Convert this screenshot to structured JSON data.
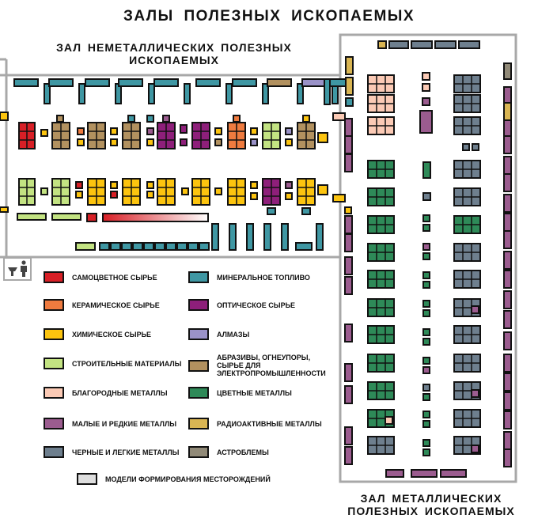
{
  "title": "ЗАЛЫ ПОЛЕЗНЫХ ИСКОПАЕМЫХ",
  "halls": {
    "nonmetallic": {
      "line1": "ЗАЛ НЕМЕТАЛЛИЧЕСКИХ ПОЛЕЗНЫХ",
      "line2": "ИСКОПАЕМЫХ"
    },
    "metallic": {
      "line1": "ЗАЛ МЕТАЛЛИЧЕСКИХ",
      "line2": "ПОЛЕЗНЫХ ИСКОПАЕМЫХ"
    }
  },
  "colors": {
    "gem": "#d81f26",
    "ceramic": "#ef7b3f",
    "chemical": "#fcc40f",
    "building": "#c3e382",
    "precious": "#fbcab5",
    "rare": "#9b5c8f",
    "ferrous": "#6e7f8e",
    "fuel": "#3f97a3",
    "optical": "#8e1f7a",
    "diamond": "#9a92c8",
    "abrasive": "#b2915f",
    "nonferrous": "#2e8a58",
    "radioactive": "#d9b553",
    "astro": "#918a78",
    "model": "#dedede",
    "wall": "#a8a8a8",
    "outline": "#111111"
  },
  "legend": [
    {
      "key": "gem",
      "label": "САМОЦВЕТНОЕ СЫРЬЕ"
    },
    {
      "key": "ceramic",
      "label": "КЕРАМИЧЕСКОЕ СЫРЬЕ"
    },
    {
      "key": "chemical",
      "label": "ХИМИЧЕСКОЕ СЫРЬЕ"
    },
    {
      "key": "building",
      "label": "СТРОИТЕЛЬНЫЕ МАТЕРИАЛЫ"
    },
    {
      "key": "precious",
      "label": "БЛАГОРОДНЫЕ МЕТАЛЛЫ"
    },
    {
      "key": "rare",
      "label": "МАЛЫЕ И РЕДКИЕ МЕТАЛЛЫ"
    },
    {
      "key": "ferrous",
      "label": "ЧЕРНЫЕ И ЛЕГКИЕ МЕТАЛЛЫ"
    },
    {
      "key": "fuel",
      "label": "МИНЕРАЛЬНОЕ ТОПЛИВО"
    },
    {
      "key": "optical",
      "label": "ОПТИЧЕСКОЕ СЫРЬЕ"
    },
    {
      "key": "diamond",
      "label": "АЛМАЗЫ"
    },
    {
      "key": "abrasive",
      "label": "АБРАЗИВЫ, ОГНЕУПОРЫ, СЫРЬЕ ДЛЯ ЭЛЕКТРОПРОМЫШЛЕННОСТИ"
    },
    {
      "key": "nonferrous",
      "label": "ЦВЕТНЫЕ МЕТАЛЛЫ"
    },
    {
      "key": "radioactive",
      "label": "РАДИОАКТИВНЫЕ МЕТАЛЛЫ"
    },
    {
      "key": "astro",
      "label": "АСТРОБЛЕМЫ"
    },
    {
      "key": "model",
      "label": "МОДЕЛИ ФОРМИРОВАНИЯ МЕСТОРОЖДЕНИЙ"
    }
  ],
  "icons": {
    "restroom": "restroom-icon"
  }
}
